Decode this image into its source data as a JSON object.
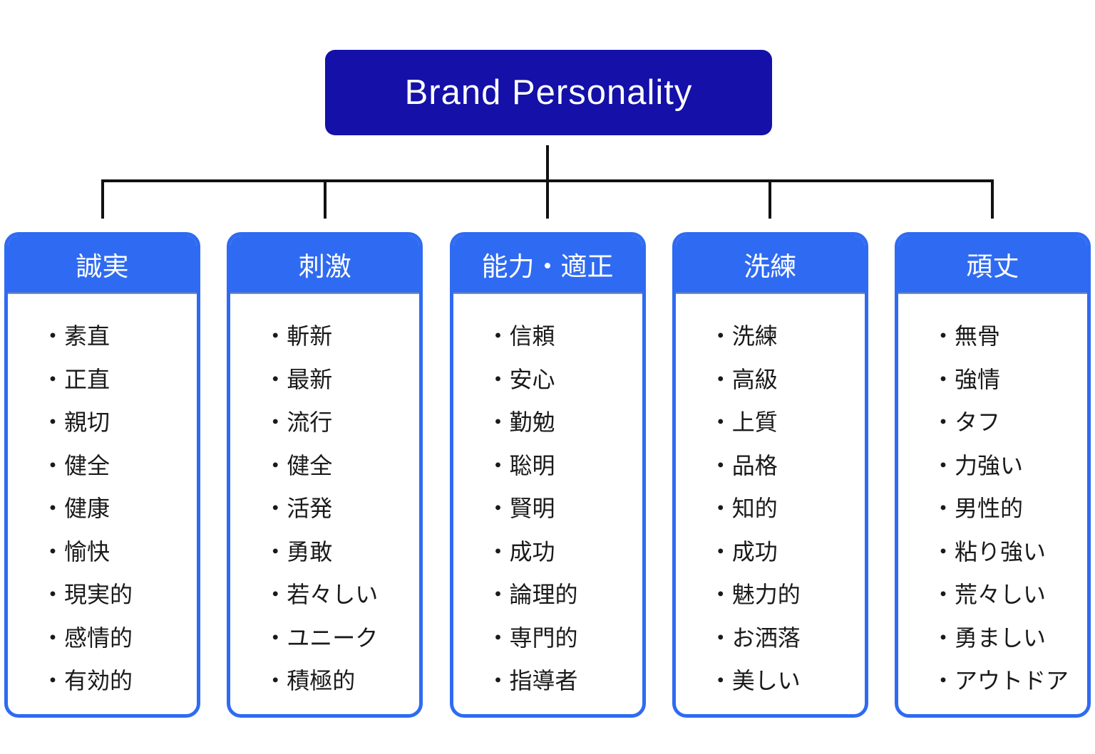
{
  "title": "Brand Personality",
  "bullet": "・",
  "colors": {
    "background": "#ffffff",
    "title_bg": "#1410a8",
    "title_text": "#ffffff",
    "card_blue": "#2f6bf2",
    "header_text": "#ffffff",
    "header_divider": "#8e8e8e",
    "item_text": "#1a1a1a",
    "line": "#111111"
  },
  "columns": [
    {
      "title": "誠実",
      "items": [
        "素直",
        "正直",
        "親切",
        "健全",
        "健康",
        "愉快",
        "現実的",
        "感情的",
        "有効的"
      ]
    },
    {
      "title": "刺激",
      "items": [
        "斬新",
        "最新",
        "流行",
        "健全",
        "活発",
        "勇敢",
        "若々しい",
        "ユニーク",
        "積極的"
      ]
    },
    {
      "title": "能力・適正",
      "items": [
        "信頼",
        "安心",
        "勤勉",
        "聡明",
        "賢明",
        "成功",
        "論理的",
        "専門的",
        "指導者"
      ]
    },
    {
      "title": "洗練",
      "items": [
        "洗練",
        "高級",
        "上質",
        "品格",
        "知的",
        "成功",
        "魅力的",
        "お洒落",
        "美しい"
      ]
    },
    {
      "title": "頑丈",
      "items": [
        "無骨",
        "強情",
        "タフ",
        "力強い",
        "男性的",
        "粘り強い",
        "荒々しい",
        "勇ましい",
        "アウトドア"
      ]
    }
  ]
}
